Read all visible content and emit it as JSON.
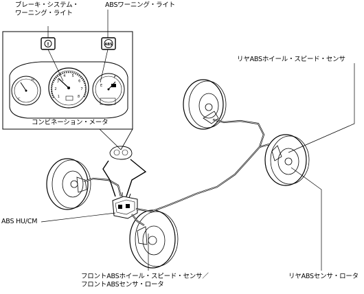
{
  "labels": {
    "brake_warning_light_line1": "ブレーキ・システム・",
    "brake_warning_light_line2": "ワーニング・ライト",
    "abs_warning_light": "ABSワーニング・ライト",
    "rear_abs_wheel_speed_sensor": "リヤABSホイール・スピード・センサ",
    "combination_meter": "コンビネーション・メータ",
    "abs_hu_cm": "ABS HU/CM",
    "front_sensor_line1": "フロントABSホイール・スピード・センサ／",
    "front_sensor_line2": "フロントABSセンサ・ロータ",
    "rear_abs_sensor_rotor": "リヤABSセンサ・ロータ"
  },
  "icons": {
    "brake_warning_symbol": "(!)",
    "abs_warning_symbol": "ABS"
  },
  "gauges": {
    "tach_numbers": [
      "1",
      "2",
      "3",
      "4",
      "5",
      "6",
      "7",
      "8"
    ],
    "fuel_marks": [
      "F",
      "E"
    ],
    "temp_marks": [
      "H",
      "C"
    ]
  }
}
